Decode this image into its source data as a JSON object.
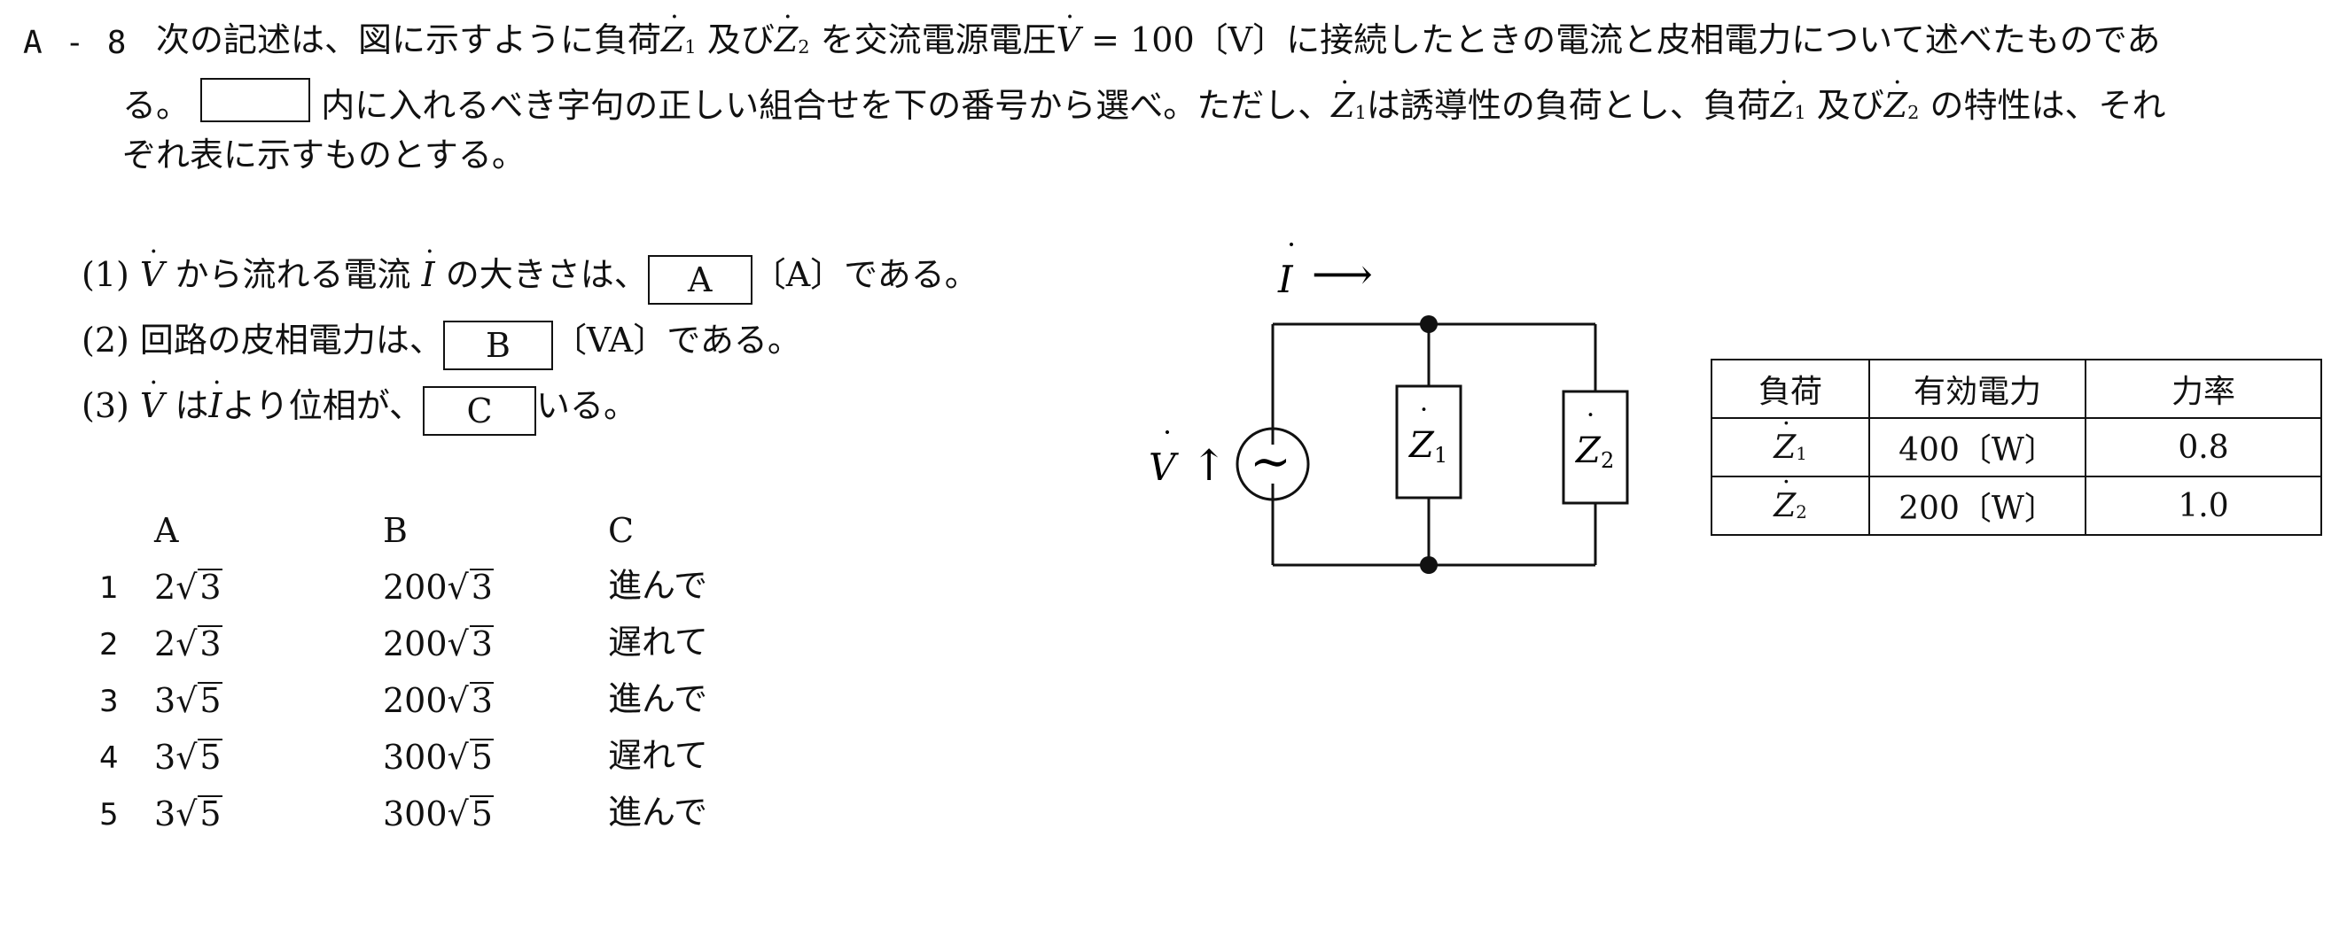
{
  "question": {
    "number": "A - 8",
    "line1_a": "次の記述は、図に示すように負荷",
    "line1_b": "及び",
    "line1_c": "を交流電源電圧",
    "line1_d": " = 100〔V〕に接続したときの電流と皮相電力について述べたものであ",
    "line2_a": "る。",
    "line2_b": "内に入れるべき字句の正しい組合せを下の番号から選べ。ただし、",
    "line2_c": "は誘導性の負荷とし、負荷",
    "line2_d": "及び",
    "line2_e": "の特性は、それ",
    "line3": "ぞれ表に示すものとする。"
  },
  "symbols": {
    "Z": "Z",
    "V": "V",
    "I": "I",
    "dot": "˙",
    "sub1": "1",
    "sub2": "2"
  },
  "statements": [
    {
      "num": "(1)",
      "part1": "から流れる電流",
      "part2": "の大きさは、",
      "blank": "A",
      "part3": "〔A〕である。"
    },
    {
      "num": "(2)",
      "part1": "回路の皮相電力は、",
      "blank": "B",
      "part3": "〔VA〕である。"
    },
    {
      "num": "(3)",
      "part1": "は",
      "part2": "より位相が、",
      "blank": "C",
      "part3": "いる。"
    }
  ],
  "options": {
    "headers": [
      "A",
      "B",
      "C"
    ],
    "rows": [
      {
        "num": "1",
        "a_coef": "2",
        "a_rad": "3",
        "b_coef": "200",
        "b_rad": "3",
        "c": "進んで"
      },
      {
        "num": "2",
        "a_coef": "2",
        "a_rad": "3",
        "b_coef": "200",
        "b_rad": "3",
        "c": "遅れて"
      },
      {
        "num": "3",
        "a_coef": "3",
        "a_rad": "5",
        "b_coef": "200",
        "b_rad": "3",
        "c": "進んで"
      },
      {
        "num": "4",
        "a_coef": "3",
        "a_rad": "5",
        "b_coef": "300",
        "b_rad": "5",
        "c": "遅れて"
      },
      {
        "num": "5",
        "a_coef": "3",
        "a_rad": "5",
        "b_coef": "300",
        "b_rad": "5",
        "c": "進んで"
      }
    ],
    "sqrt_sign": "√"
  },
  "circuit": {
    "current_arrow": "⟶",
    "voltage_arrow": "↑",
    "source_glyph": "∼"
  },
  "table": {
    "headers": [
      "負荷",
      "有効電力",
      "力率"
    ],
    "rows": [
      {
        "power": "400〔W〕",
        "pf": "0.8"
      },
      {
        "power": "200〔W〕",
        "pf": "1.0"
      }
    ]
  }
}
